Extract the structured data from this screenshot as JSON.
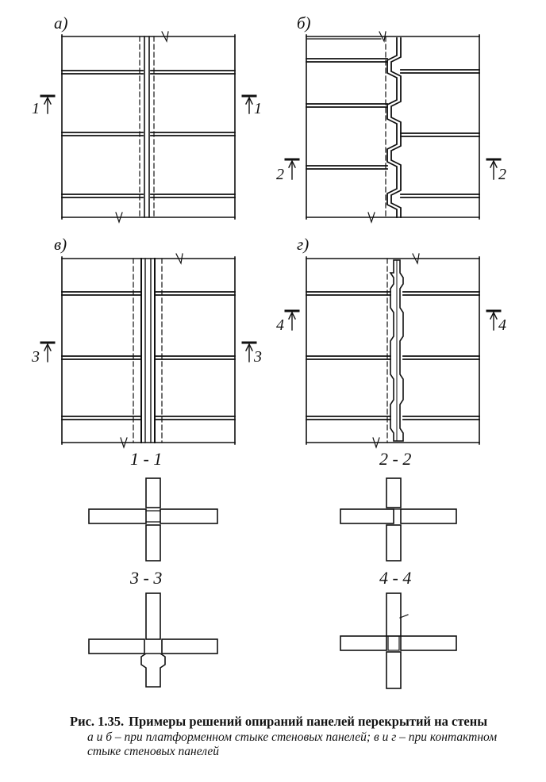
{
  "panels": [
    {
      "label": "а)",
      "cut_left": "1",
      "cut_right": "1"
    },
    {
      "label": "б)",
      "cut_left": "2",
      "cut_right": "2"
    },
    {
      "label": "в)",
      "cut_left": "3",
      "cut_right": "3"
    },
    {
      "label": "г)",
      "cut_left": "4",
      "cut_right": "4"
    }
  ],
  "sections": [
    {
      "label": "1 - 1"
    },
    {
      "label": "2 - 2"
    },
    {
      "label": "3 - 3"
    },
    {
      "label": "4 - 4"
    }
  ],
  "caption": {
    "prefix": "Рис.",
    "number": "1.35.",
    "title": "Примеры решений опираний панелей перекрытий на стены",
    "description": "а и б – при платформенном стыке стеновых панелей; в и г – при контактном стыке стеновых панелей"
  }
}
